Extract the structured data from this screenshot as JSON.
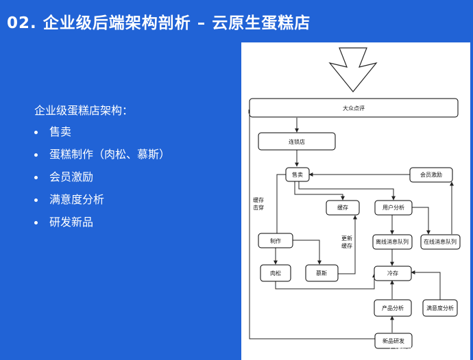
{
  "slide": {
    "title": "02.  企业级后端架构剖析 – 云原生蛋糕店",
    "intro_heading": "企业级蛋糕店架构：",
    "bullets": [
      "售卖",
      "蛋糕制作（肉松、慕斯）",
      "会员激励",
      "满意度分析",
      "研发新品"
    ]
  },
  "diagram": {
    "nodes": {
      "public_review": "大众点评",
      "chain_store": "连锁店",
      "sell": "售卖",
      "member_incentive": "会员激励",
      "cache": "缓存",
      "user_analysis": "用户分析",
      "make": "制作",
      "offline_queue": "离线消息队列",
      "online_queue": "在线消息队列",
      "pork_floss": "肉松",
      "mousse": "慕斯",
      "cold_storage": "冷存",
      "product_analysis": "产品分析",
      "satisfaction_analysis": "满意度分析",
      "new_product_rd": "新品研发"
    },
    "edge_labels": {
      "cache_stock": [
        "缓存",
        "击穿"
      ],
      "update_cache": [
        "更新",
        "缓存"
      ]
    }
  },
  "watermark": "@稀土掘金技术社区",
  "colors": {
    "background": "#2163d6",
    "panel": "#ffffff"
  }
}
